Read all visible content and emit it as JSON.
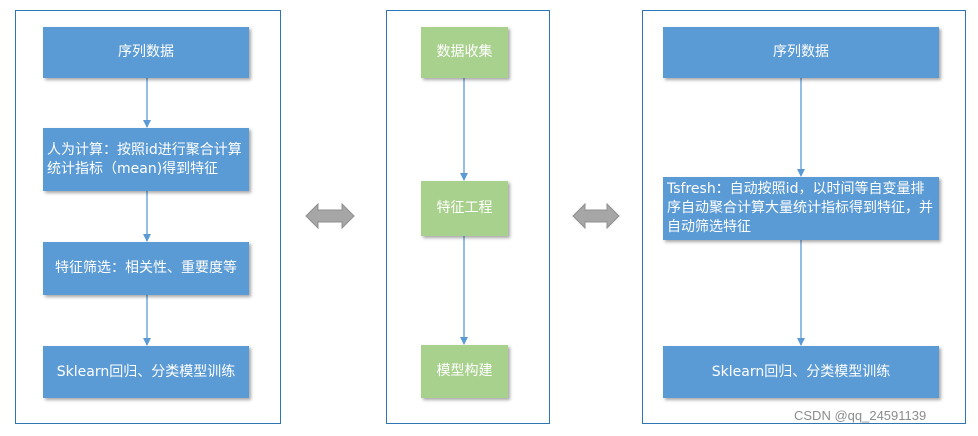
{
  "left_panel": {
    "box1": "序列数据",
    "box2": "人为计算：按照id进行聚合计算统计指标（mean)得到特征",
    "box3": "特征筛选：相关性、重要度等",
    "box4": "Sklearn回归、分类模型训练"
  },
  "middle_panel": {
    "box1": "数据收集",
    "box2": "特征工程",
    "box3": "模型构建"
  },
  "right_panel": {
    "box1": "序列数据",
    "box2": "Tsfresh：自动按照id，以时间等自变量排序自动聚合计算大量统计指标得到特征，并自动筛选特征",
    "box3": "Sklearn回归、分类模型训练"
  },
  "watermark": "CSDN @qq_24591139",
  "colors": {
    "panel_border": "#2e75b6",
    "blue_box": "#5b9bd5",
    "green_box": "#a9d18e",
    "arrow": "#5b9bd5",
    "double_arrow": "#a6a6a6"
  }
}
